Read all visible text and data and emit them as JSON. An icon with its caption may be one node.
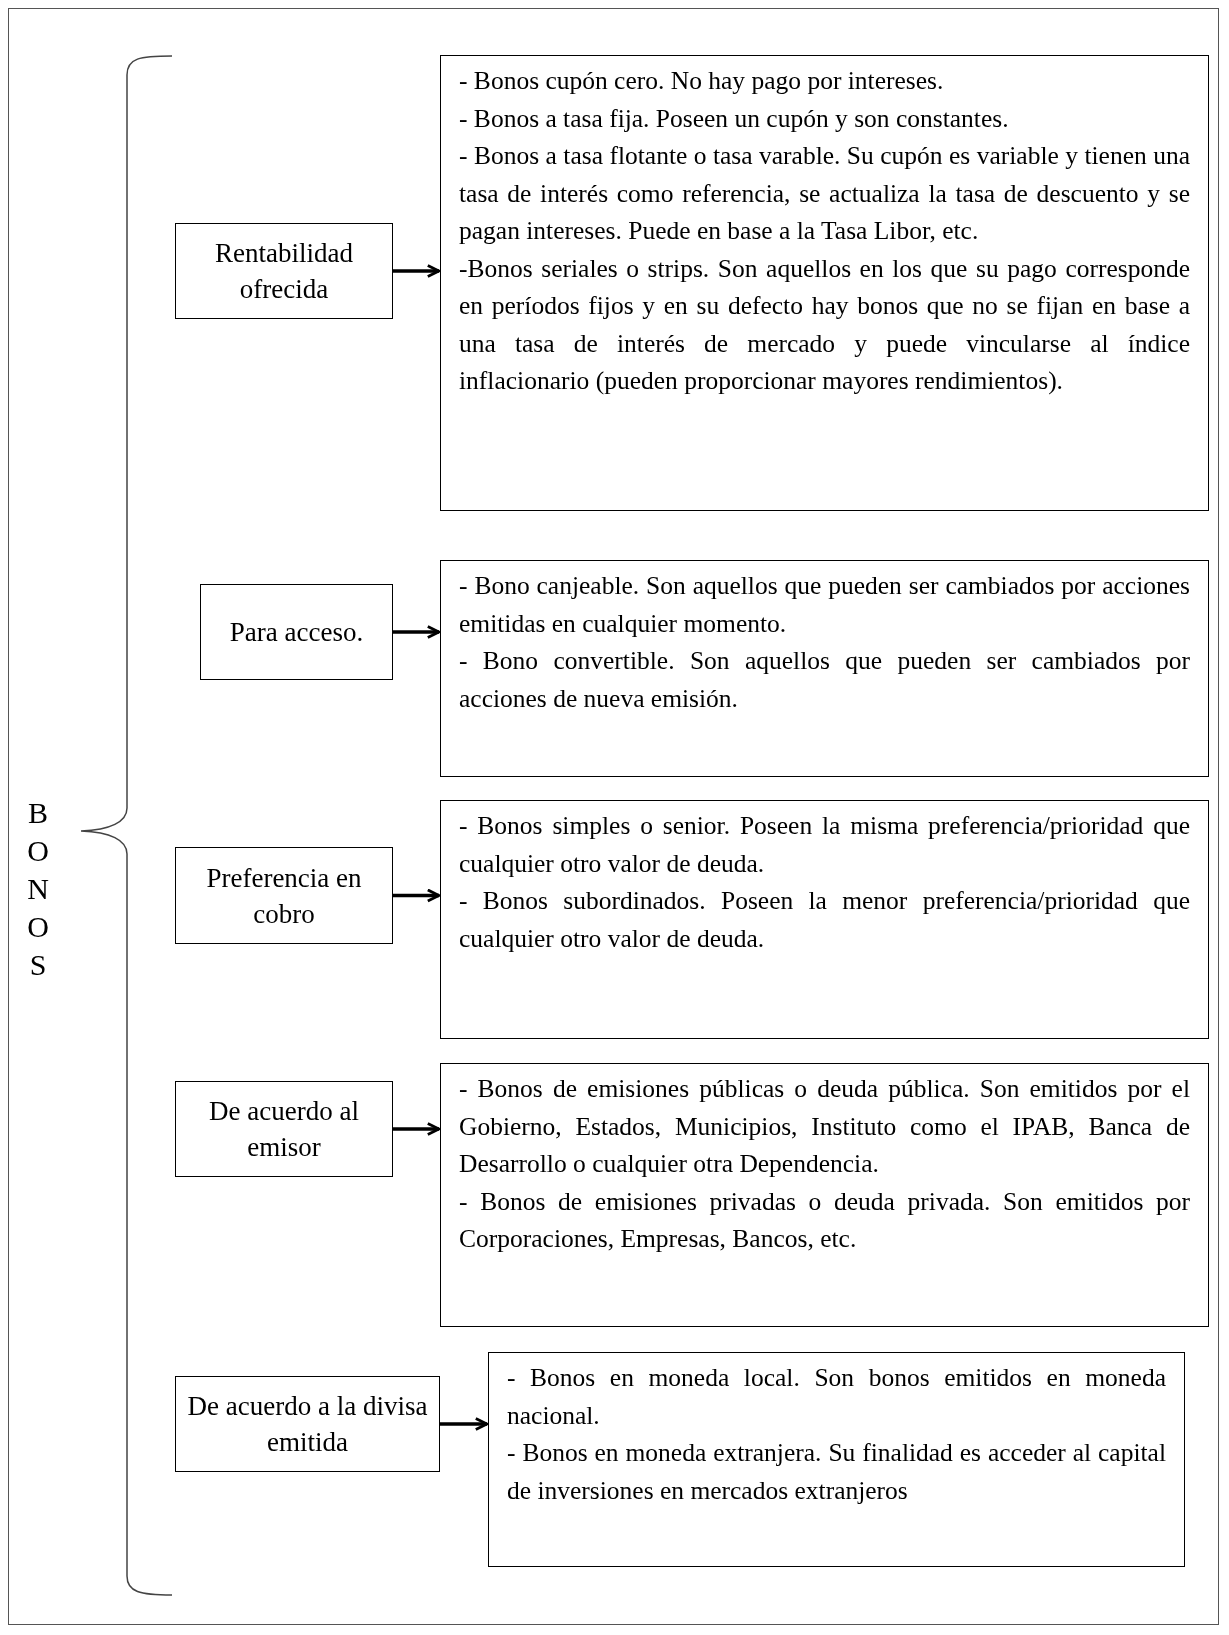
{
  "diagram": {
    "nodes": [
      {
        "text": [
          "Rentabilidad ofrecida"
        ]
      },
      {
        "text": [
          "- Bonos cupón cero. No hay pago por intereses.",
          "- Bonos a tasa fija. Poseen un cupón y son constantes.",
          "- Bonos a tasa flotante o tasa varable. Su cupón es variable y tienen una tasa de interés como referencia, se actualiza la tasa de descuento y se pagan intereses. Puede en base a la Tasa Libor,  etc.",
          "-Bonos seriales o strips. Son aquellos en los que su pago corresponde en períodos fijos y en su defecto hay bonos que no se fijan en base a una tasa de interés de mercado y puede vincularse al índice inflacionario (pueden proporcionar mayores rendimientos)."
        ]
      },
      {
        "text": [
          "Para acceso."
        ]
      },
      {
        "text": [
          "- Bono canjeable. Son aquellos que pueden ser cambiados por acciones emitidas en cualquier momento.",
          "- Bono convertible.  Son aquellos que pueden ser cambiados por acciones de  nueva emisión."
        ]
      },
      {
        "text": [
          "Preferencia en cobro"
        ]
      },
      {
        "text": [
          "- Bonos simples o senior. Poseen la  misma preferencia/prioridad que cualquier otro valor de deuda.",
          "- Bonos subordinados.  Poseen la menor preferencia/prioridad que cualquier otro valor de deuda."
        ]
      },
      {
        "text": [
          "De acuerdo al emisor"
        ]
      },
      {
        "text": [
          "- Bonos de emisiones públicas o deuda pública. Son emitidos por el Gobierno,  Estados, Municipios, Instituto como el  IPAB, Banca de Desarrollo o cualquier otra Dependencia.",
          "- Bonos de emisiones privadas o deuda privada. Son emitidos por Corporaciones, Empresas, Bancos, etc."
        ]
      },
      {
        "text": [
          "De acuerdo a la divisa emitida"
        ]
      },
      {
        "text": [
          "- Bonos en moneda local. Son bonos emitidos en moneda nacional.",
          "- Bonos en moneda extranjera. Su finalidad es acceder al capital de inversiones en mercados extranjeros"
        ]
      }
    ],
    "edges": [
      {
        "from": 0,
        "to": 1,
        "arrow": "to"
      },
      {
        "from": 2,
        "to": 3,
        "arrow": "to"
      },
      {
        "from": 4,
        "to": 5,
        "arrow": "to"
      },
      {
        "from": 6,
        "to": 7,
        "arrow": "to"
      },
      {
        "from": 8,
        "to": 9,
        "arrow": "to"
      }
    ],
    "labels": [
      "BONOS"
    ]
  }
}
